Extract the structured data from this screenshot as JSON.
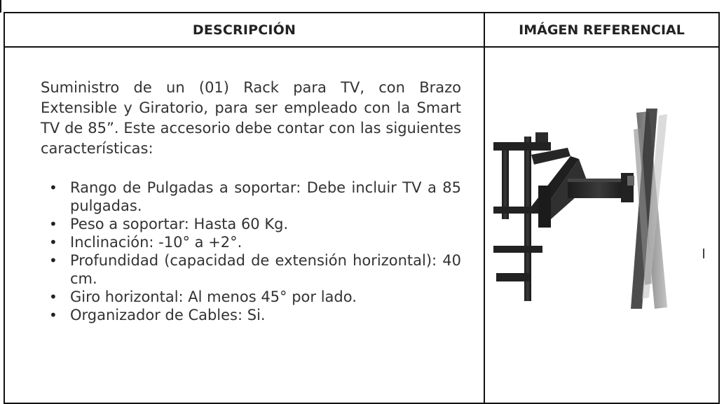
{
  "table": {
    "headers": {
      "description": "DESCRIPCIÓN",
      "image": "IMÁGEN REFERENCIAL"
    },
    "intro": "Suministro de un (01) Rack para TV, con Brazo Extensible y Giratorio, para ser empleado con la Smart TV de 85”. Este accesorio debe contar con las siguientes características:",
    "bullets": [
      "Rango de Pulgadas a soportar: Debe incluir TV a 85 pulgadas.",
      "Peso a soportar: Hasta 60 Kg.",
      "Inclinación: -10° a +2°.",
      "Profundidad (capacidad de extensión horizontal): 40 cm.",
      "Giro horizontal: Al menos 45° por lado.",
      "Organizador de Cables: Si."
    ],
    "image_icon": "tv-wall-mount-arm-icon"
  }
}
